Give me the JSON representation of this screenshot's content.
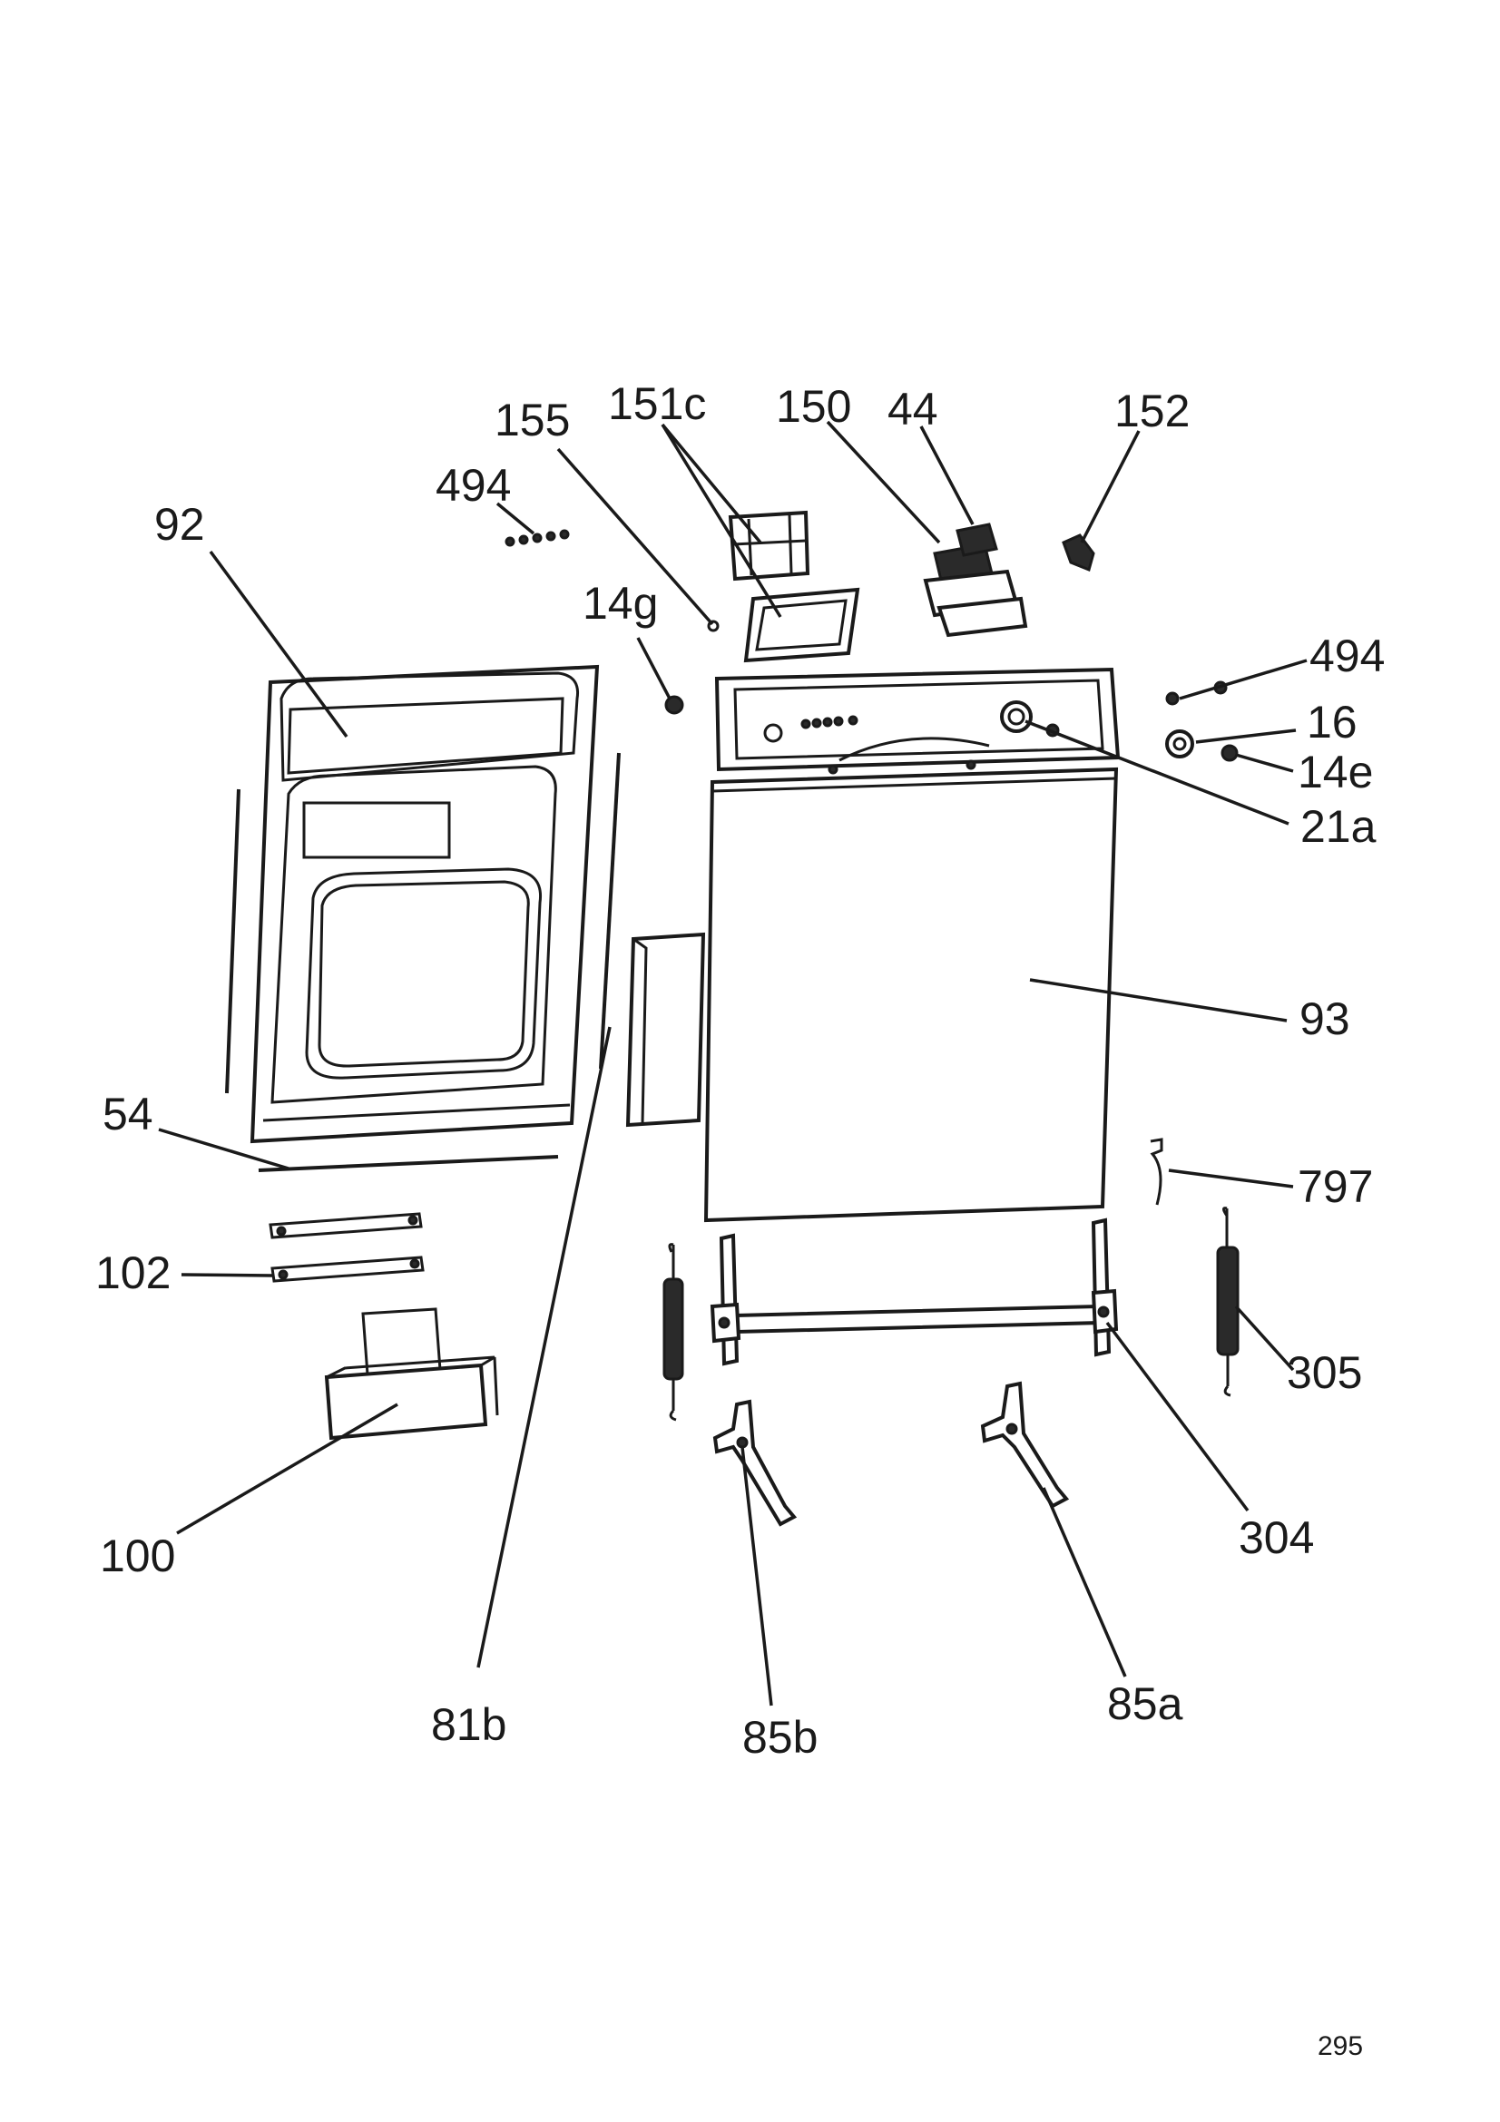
{
  "diagram": {
    "labels": {
      "p155": "155",
      "p151c": "151c",
      "p150": "150",
      "p44": "44",
      "p152": "152",
      "p494_top": "494",
      "p92": "92",
      "p14g": "14g",
      "p494_right": "494",
      "p16": "16",
      "p14e": "14e",
      "p21a": "21a",
      "p93": "93",
      "p54": "54",
      "p797": "797",
      "p102": "102",
      "p305": "305",
      "p100": "100",
      "p304": "304",
      "p81b": "81b",
      "p85b": "85b",
      "p85a": "85a"
    }
  },
  "page": {
    "number": "295"
  }
}
